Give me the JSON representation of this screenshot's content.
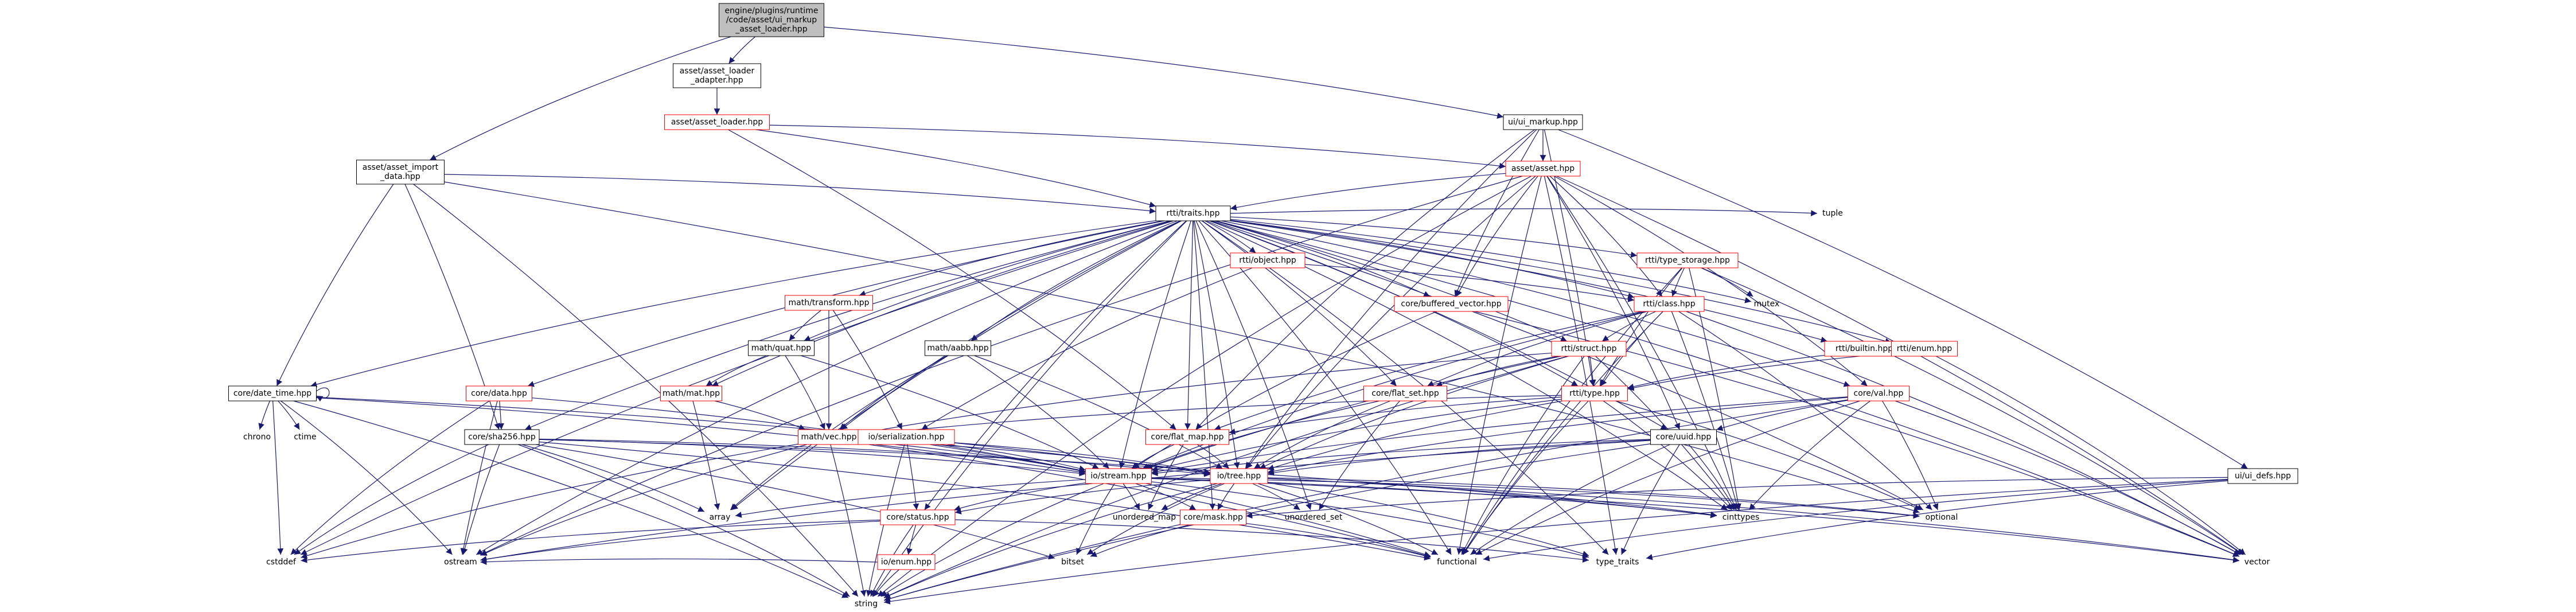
{
  "graph": {
    "nodes": [
      {
        "id": "root",
        "lines": [
          "engine/plugins/runtime",
          "/code/asset/ui_markup",
          "_asset_loader.hpp"
        ],
        "style": "gray"
      },
      {
        "id": "asset_loader_adapter",
        "lines": [
          "asset/asset_loader",
          "_adapter.hpp"
        ],
        "style": "black"
      },
      {
        "id": "asset_loader",
        "lines": [
          "asset/asset_loader.hpp"
        ],
        "style": "red"
      },
      {
        "id": "asset_import_data",
        "lines": [
          "asset/asset_import",
          "_data.hpp"
        ],
        "style": "black"
      },
      {
        "id": "ui_markup",
        "lines": [
          "ui/ui_markup.hpp"
        ],
        "style": "black"
      },
      {
        "id": "asset",
        "lines": [
          "asset/asset.hpp"
        ],
        "style": "red"
      },
      {
        "id": "traits",
        "lines": [
          "rtti/traits.hpp"
        ],
        "style": "black"
      },
      {
        "id": "tuple",
        "lines": [
          "tuple"
        ],
        "style": "none"
      },
      {
        "id": "object",
        "lines": [
          "rtti/object.hpp"
        ],
        "style": "red"
      },
      {
        "id": "type_storage",
        "lines": [
          "rtti/type_storage.hpp"
        ],
        "style": "red"
      },
      {
        "id": "transform",
        "lines": [
          "math/transform.hpp"
        ],
        "style": "red"
      },
      {
        "id": "buffered_vector",
        "lines": [
          "core/buffered_vector.hpp"
        ],
        "style": "red"
      },
      {
        "id": "mutex",
        "lines": [
          "mutex"
        ],
        "style": "none"
      },
      {
        "id": "class",
        "lines": [
          "rtti/class.hpp"
        ],
        "style": "red"
      },
      {
        "id": "quat",
        "lines": [
          "math/quat.hpp"
        ],
        "style": "black"
      },
      {
        "id": "aabb",
        "lines": [
          "math/aabb.hpp"
        ],
        "style": "black"
      },
      {
        "id": "builtin",
        "lines": [
          "rtti/builtin.hpp"
        ],
        "style": "red"
      },
      {
        "id": "enum",
        "lines": [
          "rtti/enum.hpp"
        ],
        "style": "red"
      },
      {
        "id": "struct",
        "lines": [
          "rtti/struct.hpp"
        ],
        "style": "red"
      },
      {
        "id": "data",
        "lines": [
          "core/data.hpp"
        ],
        "style": "red"
      },
      {
        "id": "mat",
        "lines": [
          "math/mat.hpp"
        ],
        "style": "red"
      },
      {
        "id": "flat_set",
        "lines": [
          "core/flat_set.hpp"
        ],
        "style": "red"
      },
      {
        "id": "type",
        "lines": [
          "rtti/type.hpp"
        ],
        "style": "red"
      },
      {
        "id": "val",
        "lines": [
          "core/val.hpp"
        ],
        "style": "red"
      },
      {
        "id": "date_time",
        "lines": [
          "core/date_time.hpp"
        ],
        "style": "black"
      },
      {
        "id": "chrono",
        "lines": [
          "chrono"
        ],
        "style": "none"
      },
      {
        "id": "ctime",
        "lines": [
          "ctime"
        ],
        "style": "none"
      },
      {
        "id": "sha256",
        "lines": [
          "core/sha256.hpp"
        ],
        "style": "black"
      },
      {
        "id": "vec",
        "lines": [
          "math/vec.hpp"
        ],
        "style": "red"
      },
      {
        "id": "serialization",
        "lines": [
          "io/serialization.hpp"
        ],
        "style": "red"
      },
      {
        "id": "flat_map",
        "lines": [
          "core/flat_map.hpp"
        ],
        "style": "red"
      },
      {
        "id": "uuid",
        "lines": [
          "core/uuid.hpp"
        ],
        "style": "black"
      },
      {
        "id": "ui_defs",
        "lines": [
          "ui/ui_defs.hpp"
        ],
        "style": "black"
      },
      {
        "id": "stream",
        "lines": [
          "io/stream.hpp"
        ],
        "style": "red"
      },
      {
        "id": "tree",
        "lines": [
          "io/tree.hpp"
        ],
        "style": "red"
      },
      {
        "id": "array",
        "lines": [
          "array"
        ],
        "style": "none"
      },
      {
        "id": "status",
        "lines": [
          "core/status.hpp"
        ],
        "style": "red"
      },
      {
        "id": "unordered_map",
        "lines": [
          "unordered_map"
        ],
        "style": "none"
      },
      {
        "id": "mask",
        "lines": [
          "core/mask.hpp"
        ],
        "style": "red"
      },
      {
        "id": "unordered_set",
        "lines": [
          "unordered_set"
        ],
        "style": "none"
      },
      {
        "id": "cinttypes",
        "lines": [
          "cinttypes"
        ],
        "style": "none"
      },
      {
        "id": "optional",
        "lines": [
          "optional"
        ],
        "style": "none"
      },
      {
        "id": "cstddef",
        "lines": [
          "cstddef"
        ],
        "style": "none"
      },
      {
        "id": "ostream",
        "lines": [
          "ostream"
        ],
        "style": "none"
      },
      {
        "id": "bitset",
        "lines": [
          "bitset"
        ],
        "style": "none"
      },
      {
        "id": "functional",
        "lines": [
          "functional"
        ],
        "style": "none"
      },
      {
        "id": "type_traits",
        "lines": [
          "type_traits"
        ],
        "style": "none"
      },
      {
        "id": "vector",
        "lines": [
          "vector"
        ],
        "style": "none"
      },
      {
        "id": "io_enum",
        "lines": [
          "io/enum.hpp"
        ],
        "style": "red"
      },
      {
        "id": "string",
        "lines": [
          "string"
        ],
        "style": "none"
      }
    ],
    "edges": [
      [
        "root",
        "asset_loader_adapter"
      ],
      [
        "root",
        "asset_import_data"
      ],
      [
        "root",
        "ui_markup"
      ],
      [
        "asset_loader_adapter",
        "asset_loader"
      ],
      [
        "asset_loader",
        "asset"
      ],
      [
        "asset_loader",
        "traits"
      ],
      [
        "asset_loader",
        "flat_map"
      ],
      [
        "ui_markup",
        "asset"
      ],
      [
        "ui_markup",
        "flat_map"
      ],
      [
        "ui_markup",
        "buffered_vector"
      ],
      [
        "ui_markup",
        "ui_defs"
      ],
      [
        "ui_markup",
        "type"
      ],
      [
        "ui_markup",
        "tree"
      ],
      [
        "asset_import_data",
        "traits"
      ],
      [
        "asset_import_data",
        "date_time"
      ],
      [
        "asset_import_data",
        "sha256"
      ],
      [
        "asset_import_data",
        "string"
      ],
      [
        "asset_import_data",
        "optional"
      ],
      [
        "asset",
        "traits"
      ],
      [
        "asset",
        "buffered_vector"
      ],
      [
        "asset",
        "class"
      ],
      [
        "asset",
        "uuid"
      ],
      [
        "asset",
        "tree"
      ],
      [
        "asset",
        "vector"
      ],
      [
        "asset",
        "string"
      ],
      [
        "asset",
        "functional"
      ],
      [
        "asset",
        "ostream"
      ],
      [
        "asset",
        "cinttypes"
      ],
      [
        "asset",
        "type_traits"
      ],
      [
        "asset",
        "val"
      ],
      [
        "traits",
        "tuple"
      ],
      [
        "traits",
        "object"
      ],
      [
        "traits",
        "type_storage"
      ],
      [
        "traits",
        "transform"
      ],
      [
        "traits",
        "buffered_vector"
      ],
      [
        "traits",
        "mutex"
      ],
      [
        "traits",
        "class"
      ],
      [
        "traits",
        "quat"
      ],
      [
        "traits",
        "aabb"
      ],
      [
        "traits",
        "builtin"
      ],
      [
        "traits",
        "enum"
      ],
      [
        "traits",
        "struct"
      ],
      [
        "traits",
        "data"
      ],
      [
        "traits",
        "mat"
      ],
      [
        "traits",
        "flat_set"
      ],
      [
        "traits",
        "type"
      ],
      [
        "traits",
        "val"
      ],
      [
        "traits",
        "date_time"
      ],
      [
        "traits",
        "sha256"
      ],
      [
        "traits",
        "vec"
      ],
      [
        "traits",
        "flat_map"
      ],
      [
        "traits",
        "uuid"
      ],
      [
        "traits",
        "stream"
      ],
      [
        "traits",
        "tree"
      ],
      [
        "traits",
        "status"
      ],
      [
        "traits",
        "mask"
      ],
      [
        "traits",
        "unordered_set"
      ],
      [
        "traits",
        "cinttypes"
      ],
      [
        "traits",
        "optional"
      ],
      [
        "traits",
        "cstddef"
      ],
      [
        "traits",
        "ostream"
      ],
      [
        "traits",
        "functional"
      ],
      [
        "traits",
        "type_traits"
      ],
      [
        "traits",
        "vector"
      ],
      [
        "traits",
        "string"
      ],
      [
        "traits",
        "array"
      ],
      [
        "object",
        "class"
      ],
      [
        "object",
        "serialization"
      ],
      [
        "type_storage",
        "class"
      ],
      [
        "type_storage",
        "type"
      ],
      [
        "type_storage",
        "mutex"
      ],
      [
        "type_storage",
        "functional"
      ],
      [
        "type_storage",
        "cinttypes"
      ],
      [
        "type_storage",
        "vector"
      ],
      [
        "transform",
        "quat"
      ],
      [
        "transform",
        "vec"
      ],
      [
        "transform",
        "serialization"
      ],
      [
        "buffered_vector",
        "stream"
      ],
      [
        "buffered_vector",
        "vector"
      ],
      [
        "class",
        "struct"
      ],
      [
        "class",
        "type"
      ],
      [
        "class",
        "flat_set"
      ],
      [
        "class",
        "flat_map"
      ],
      [
        "class",
        "stream"
      ],
      [
        "class",
        "vector"
      ],
      [
        "class",
        "functional"
      ],
      [
        "class",
        "cinttypes"
      ],
      [
        "class",
        "optional"
      ],
      [
        "quat",
        "mat"
      ],
      [
        "quat",
        "vec"
      ],
      [
        "quat",
        "stream"
      ],
      [
        "aabb",
        "vec"
      ],
      [
        "aabb",
        "stream"
      ],
      [
        "aabb",
        "tree"
      ],
      [
        "aabb",
        "array"
      ],
      [
        "builtin",
        "type"
      ],
      [
        "enum",
        "type"
      ],
      [
        "enum",
        "vector"
      ],
      [
        "struct",
        "type"
      ],
      [
        "struct",
        "flat_set"
      ],
      [
        "struct",
        "stream"
      ],
      [
        "struct",
        "tree"
      ],
      [
        "struct",
        "vec"
      ],
      [
        "struct",
        "functional"
      ],
      [
        "struct",
        "cinttypes"
      ],
      [
        "struct",
        "string"
      ],
      [
        "data",
        "sha256"
      ],
      [
        "data",
        "stream"
      ],
      [
        "data",
        "cstddef"
      ],
      [
        "data",
        "ostream"
      ],
      [
        "mat",
        "vec"
      ],
      [
        "mat",
        "array"
      ],
      [
        "flat_set",
        "stream"
      ],
      [
        "flat_set",
        "tree"
      ],
      [
        "flat_set",
        "unordered_set"
      ],
      [
        "type",
        "flat_map"
      ],
      [
        "type",
        "stream"
      ],
      [
        "type",
        "tree"
      ],
      [
        "type",
        "vec"
      ],
      [
        "type",
        "cinttypes"
      ],
      [
        "type",
        "optional"
      ],
      [
        "type",
        "functional"
      ],
      [
        "val",
        "uuid"
      ],
      [
        "val",
        "stream"
      ],
      [
        "val",
        "tree"
      ],
      [
        "val",
        "cinttypes"
      ],
      [
        "val",
        "vector"
      ],
      [
        "val",
        "string"
      ],
      [
        "val",
        "functional"
      ],
      [
        "val",
        "optional"
      ],
      [
        "date_time",
        "date_time"
      ],
      [
        "date_time",
        "chrono"
      ],
      [
        "date_time",
        "ctime"
      ],
      [
        "date_time",
        "string"
      ],
      [
        "date_time",
        "cstddef"
      ],
      [
        "date_time",
        "ostream"
      ],
      [
        "date_time",
        "tree"
      ],
      [
        "date_time",
        "stream"
      ],
      [
        "sha256",
        "stream"
      ],
      [
        "sha256",
        "tree"
      ],
      [
        "sha256",
        "array"
      ],
      [
        "sha256",
        "cstddef"
      ],
      [
        "sha256",
        "ostream"
      ],
      [
        "sha256",
        "string"
      ],
      [
        "sha256",
        "cinttypes"
      ],
      [
        "sha256",
        "functional"
      ],
      [
        "sha256",
        "bitset"
      ],
      [
        "vec",
        "stream"
      ],
      [
        "vec",
        "tree"
      ],
      [
        "vec",
        "cstddef"
      ],
      [
        "vec",
        "ostream"
      ],
      [
        "vec",
        "string"
      ],
      [
        "vec",
        "functional"
      ],
      [
        "serialization",
        "stream"
      ],
      [
        "serialization",
        "tree"
      ],
      [
        "serialization",
        "status"
      ],
      [
        "serialization",
        "functional"
      ],
      [
        "serialization",
        "string"
      ],
      [
        "flat_map",
        "stream"
      ],
      [
        "flat_map",
        "tree"
      ],
      [
        "flat_map",
        "unordered_map"
      ],
      [
        "uuid",
        "stream"
      ],
      [
        "uuid",
        "tree"
      ],
      [
        "uuid",
        "cinttypes"
      ],
      [
        "uuid",
        "string"
      ],
      [
        "uuid",
        "functional"
      ],
      [
        "uuid",
        "type_traits"
      ],
      [
        "uuid",
        "ostream"
      ],
      [
        "ui_defs",
        "mask"
      ],
      [
        "ui_defs",
        "string"
      ],
      [
        "ui_defs",
        "functional"
      ],
      [
        "ui_defs",
        "type_traits"
      ],
      [
        "stream",
        "status"
      ],
      [
        "stream",
        "mask"
      ],
      [
        "stream",
        "array"
      ],
      [
        "stream",
        "unordered_map"
      ],
      [
        "stream",
        "cinttypes"
      ],
      [
        "stream",
        "optional"
      ],
      [
        "stream",
        "string"
      ],
      [
        "stream",
        "type_traits"
      ],
      [
        "stream",
        "vector"
      ],
      [
        "stream",
        "bitset"
      ],
      [
        "tree",
        "status"
      ],
      [
        "tree",
        "mask"
      ],
      [
        "tree",
        "unordered_map"
      ],
      [
        "tree",
        "unordered_set"
      ],
      [
        "tree",
        "cinttypes"
      ],
      [
        "tree",
        "optional"
      ],
      [
        "tree",
        "functional"
      ],
      [
        "tree",
        "type_traits"
      ],
      [
        "tree",
        "vector"
      ],
      [
        "tree",
        "bitset"
      ],
      [
        "tree",
        "string"
      ],
      [
        "status",
        "io_enum"
      ],
      [
        "status",
        "cstddef"
      ],
      [
        "status",
        "ostream"
      ],
      [
        "status",
        "string"
      ],
      [
        "status",
        "type_traits"
      ],
      [
        "mask",
        "bitset"
      ],
      [
        "mask",
        "functional"
      ],
      [
        "io_enum",
        "string"
      ],
      [
        "io_enum",
        "ostream"
      ]
    ]
  }
}
